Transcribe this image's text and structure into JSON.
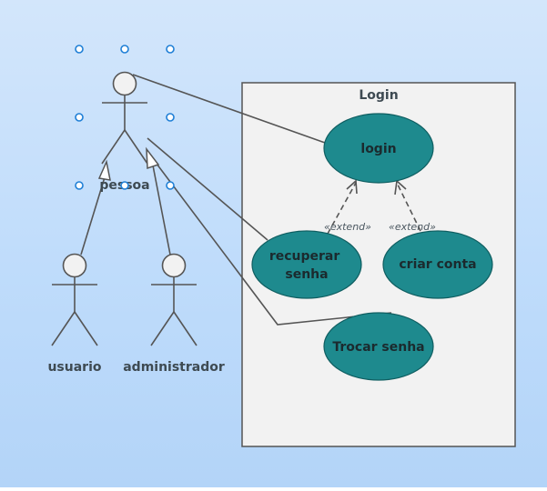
{
  "boundary": {
    "title": "Login"
  },
  "actors": {
    "pessoa": "pessoa",
    "usuario": "usuario",
    "administrador": "administrador"
  },
  "use_cases": {
    "login": [
      "login"
    ],
    "recuperar_senha": [
      "recuperar",
      "senha"
    ],
    "criar_conta": [
      "criar conta"
    ],
    "trocar_senha": [
      "Trocar senha"
    ]
  },
  "stereotypes": {
    "extend_left": "«extend»",
    "extend_right": "«extend»"
  },
  "colors": {
    "background": "#c6e0fb",
    "boundary_fill": "#f2f2f2",
    "boundary_stroke": "#555555",
    "usecase_fill": "#1e8a8e",
    "usecase_stroke": "#0f5e61",
    "line": "#555555",
    "selection_handle": "#1f7fd6",
    "actor_head_fill": "#f2f2f2"
  },
  "icons": {
    "selection_handle": "selection-handle-icon",
    "generalization_arrow": "hollow-triangle-arrow-icon",
    "extend_arrow": "open-arrow-icon"
  }
}
